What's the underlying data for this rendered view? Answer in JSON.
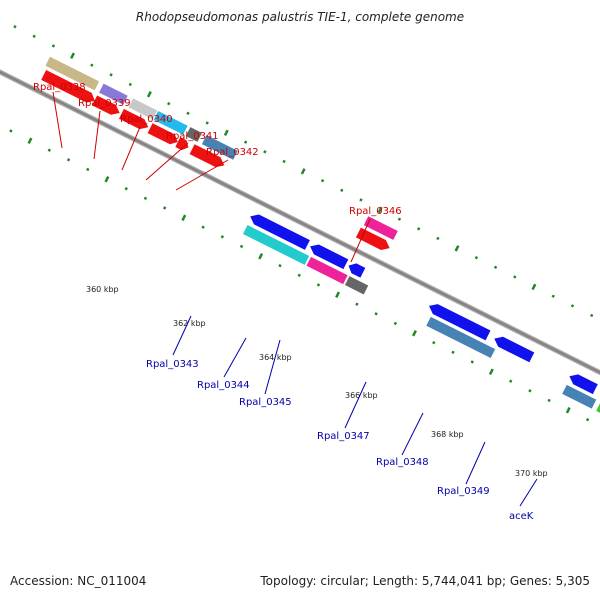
{
  "title": "Rhodopseudomonas palustris TIE-1, complete genome",
  "footer": {
    "accession": "Accession: NC_011004",
    "stats": "Topology: circular; Length: 5,744,041 bp; Genes: 5,305"
  },
  "colors": {
    "upper_label": "#cc0000",
    "lower_label": "#0000aa",
    "backbone": "#888888",
    "dots": "#228822"
  },
  "tick_labels": [
    "360 kbp",
    "362 kbp",
    "364 kbp",
    "366 kbp",
    "368 kbp",
    "370 kbp"
  ],
  "genes_upper": [
    {
      "label": "Rpal_0338",
      "color": "#8878d8"
    },
    {
      "label": "Rpal_0339",
      "color": "#c8c8c8"
    },
    {
      "label": "Rpal_0340",
      "color": "#22bbee"
    },
    {
      "label": "Rpal_0341",
      "color": "#666666"
    },
    {
      "label": "Rpal_0342",
      "color": "#4682b4"
    },
    {
      "label": "Rpal_0346",
      "color": "#ee2299"
    }
  ],
  "genes_lower": [
    {
      "label": "Rpal_0343",
      "color": "#22cccc"
    },
    {
      "label": "Rpal_0344",
      "color": "#ee2299"
    },
    {
      "label": "Rpal_0345",
      "color": "#666666"
    },
    {
      "label": "Rpal_0347",
      "color": "#4682b4"
    },
    {
      "label": "Rpal_0348",
      "color": "#1111ee"
    },
    {
      "label": "Rpal_0349",
      "color": "#4682b4"
    },
    {
      "label": "aceK",
      "color": "#33cc33"
    }
  ]
}
